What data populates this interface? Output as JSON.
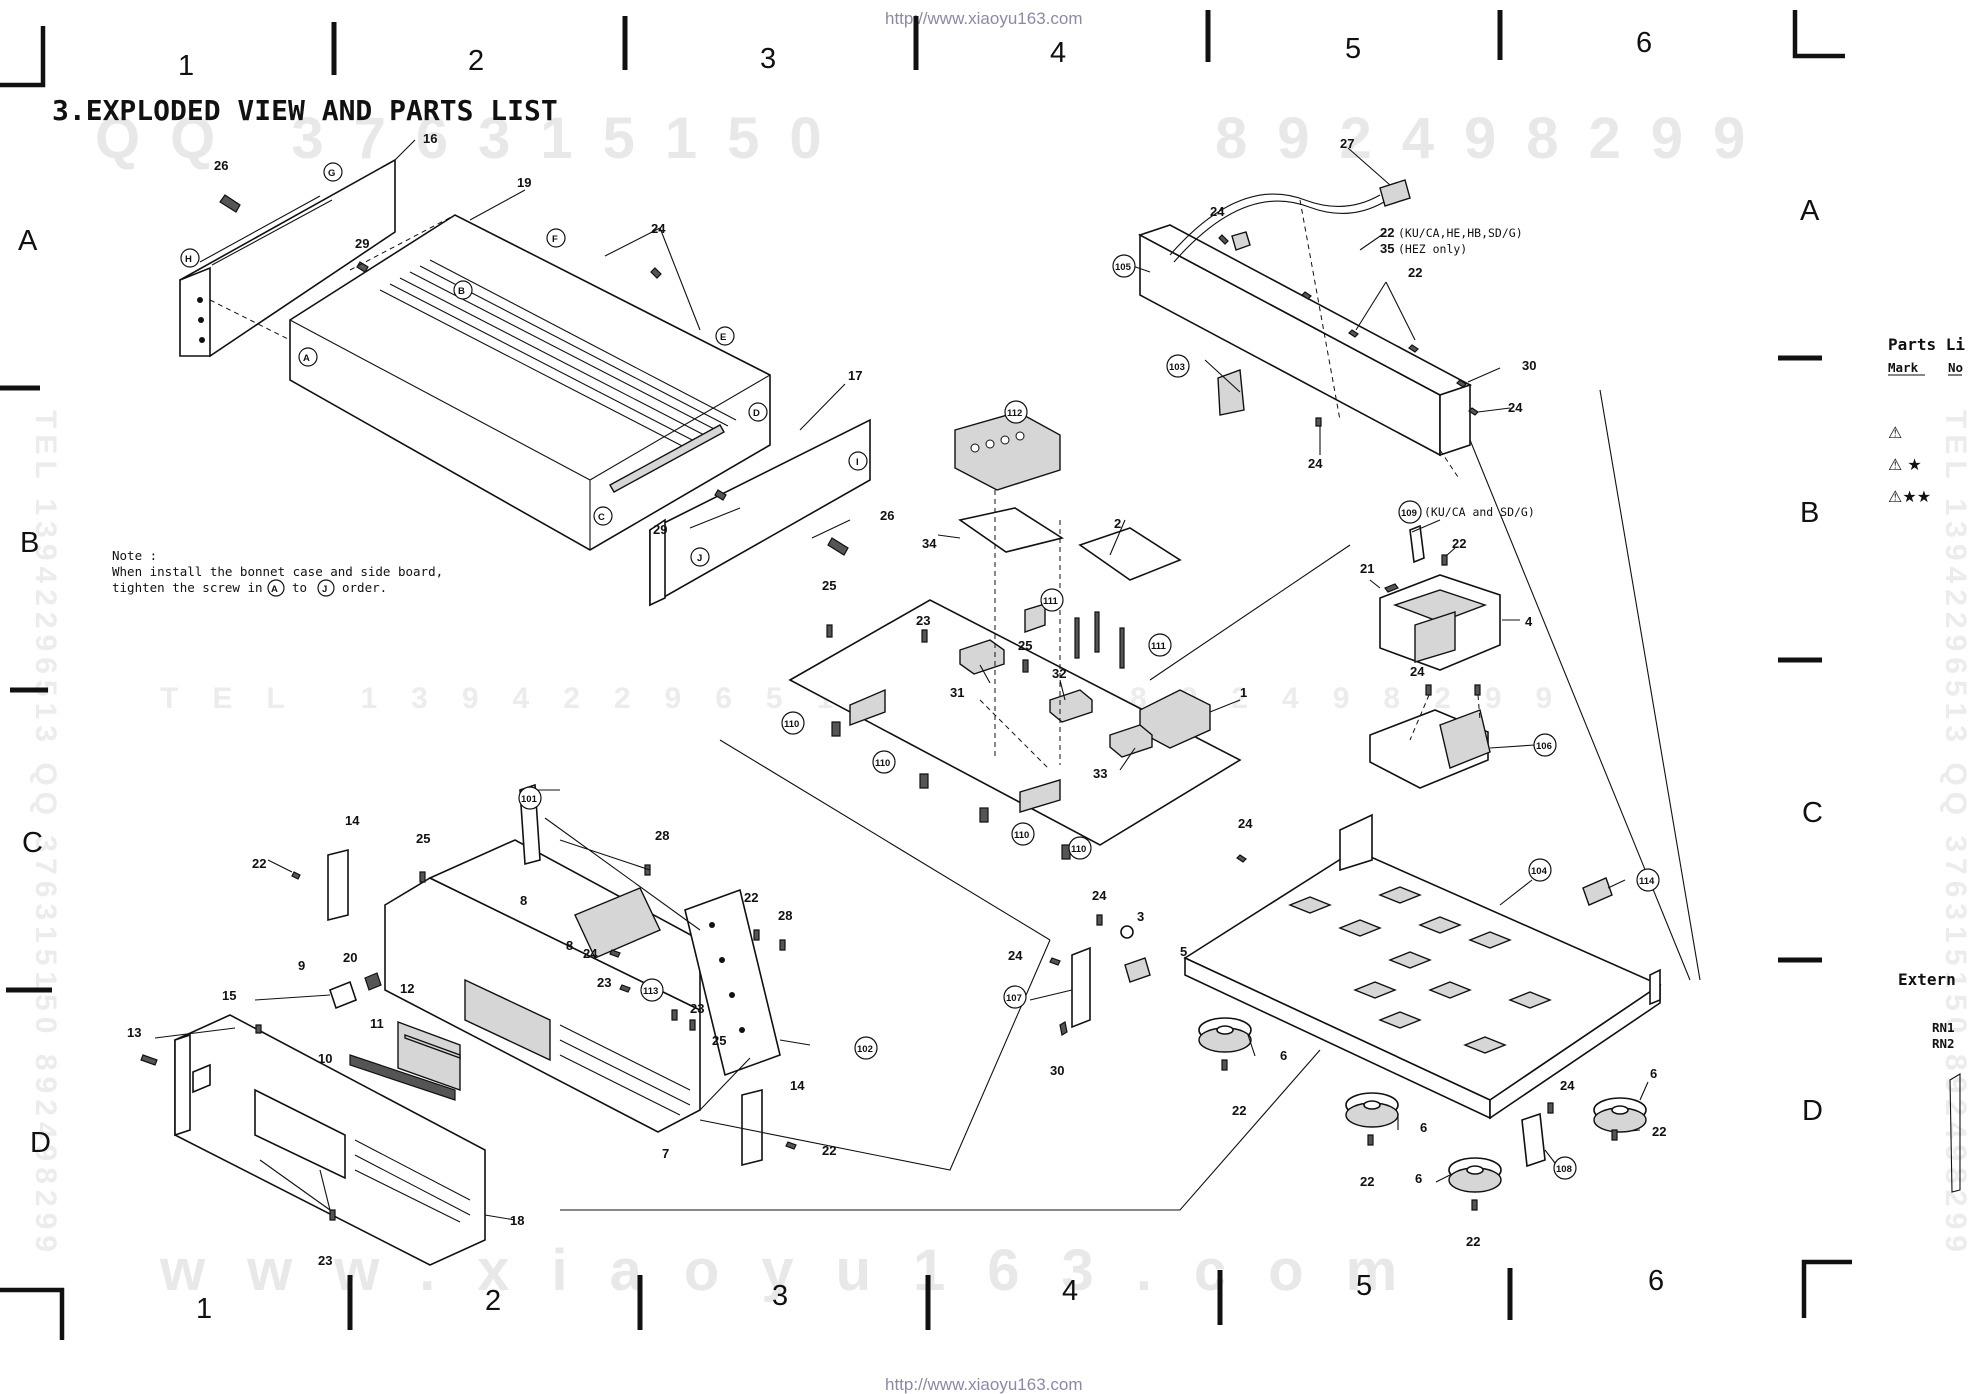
{
  "header": {
    "url_top": "http://www.xiaoyu163.com",
    "url_bottom": "http://www.xiaoyu163.com",
    "title": "3.EXPLODED VIEW AND PARTS LIST"
  },
  "grid": {
    "columns_top": [
      "1",
      "2",
      "3",
      "4",
      "5",
      "6"
    ],
    "columns_bottom": [
      "1",
      "2",
      "3",
      "4",
      "5",
      "6"
    ],
    "rows_left": [
      "A",
      "B",
      "C",
      "D"
    ],
    "rows_right": [
      "A",
      "B",
      "C",
      "D"
    ]
  },
  "watermarks": {
    "qq": "QQ 376315150",
    "phone": "892498299",
    "tel": "TEL 13942296513",
    "website": "www.xiaoyu163.com",
    "vertical_left": "TEL 13942296513 QQ 376315150 892498299",
    "vertical_right": "TEL 13942296513 QQ 376315150 892498299"
  },
  "note": {
    "heading": "Note :",
    "line1": "When install the bonnet case and side board,",
    "line2_prefix": "tighten the screw in",
    "from": "A",
    "mid": "to",
    "to": "J",
    "line2_suffix": "order."
  },
  "callout_notes": {
    "c22": "(KU/CA,HE,HB,SD/G)",
    "c35": "(HEZ only)",
    "c109": "(KU/CA and SD/G)"
  },
  "side_panel": {
    "title": "Parts Li",
    "mark_col": "Mark",
    "no_col": "No",
    "sym1": "⚠",
    "sym2": "⚠ ★",
    "sym3": "⚠★★",
    "extern": "Extern",
    "rn1": "RN1",
    "rn2": "RN2"
  },
  "letters": [
    "A",
    "B",
    "C",
    "D",
    "E",
    "F",
    "G",
    "H",
    "I",
    "J"
  ],
  "parts": {
    "p1": "1",
    "p2": "2",
    "p3": "3",
    "p4": "4",
    "p5": "5",
    "p6": "6",
    "p7": "7",
    "p8": "8",
    "p9": "9",
    "p10": "10",
    "p11": "11",
    "p12": "12",
    "p13": "13",
    "p14": "14",
    "p15": "15",
    "p16": "16",
    "p17": "17",
    "p18": "18",
    "p19": "19",
    "p20": "20",
    "p21": "21",
    "p22": "22",
    "p23": "23",
    "p24": "24",
    "p25": "25",
    "p26": "26",
    "p27": "27",
    "p28": "28",
    "p29": "29",
    "p30": "30",
    "p31": "31",
    "p32": "32",
    "p33": "33",
    "p34": "34",
    "p35": "35",
    "c101": "101",
    "c102": "102",
    "c104": "104",
    "c105": "105",
    "c106": "106",
    "c107": "107",
    "c108": "108",
    "c109": "109",
    "c110": "110",
    "c111": "111",
    "c112": "112",
    "c113": "113",
    "c114": "114"
  }
}
